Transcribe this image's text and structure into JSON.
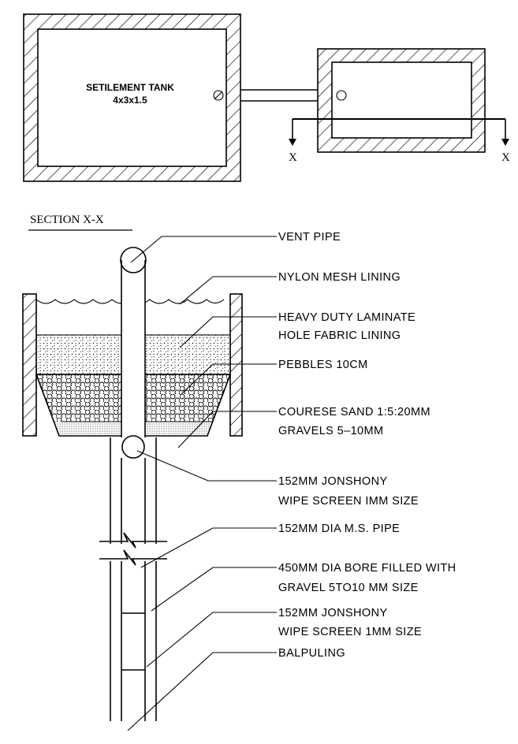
{
  "plan": {
    "tank_label_line1": "SETILEMENT TANK",
    "tank_label_line2": "4x3x1.5",
    "section_mark_left": "X",
    "section_mark_right": "X"
  },
  "section": {
    "title": "SECTION X-X",
    "labels": {
      "vent_pipe": "VENT PIPE",
      "nylon_mesh": "NYLON MESH LINING",
      "laminate_1": "HEAVY DUTY LAMINATE",
      "laminate_2": "HOLE FABRIC LINING",
      "pebbles": "PEBBLES 10CM",
      "sand_1": "COURESE SAND 1:5:20MM",
      "sand_2": "GRAVELS 5–10MM",
      "screen_top_1": "152MM JONSHONY",
      "screen_top_2": "WIPE SCREEN IMM SIZE",
      "ms_pipe": "152MM DIA M.S. PIPE",
      "bore_1": "450MM DIA BORE FILLED WITH",
      "bore_2": "GRAVEL 5TO10 MM SIZE",
      "screen_bot_1": "152MM JONSHONY",
      "screen_bot_2": "WIPE SCREEN 1MM SIZE",
      "balpuling": "BALPULING"
    }
  },
  "colors": {
    "line": "#000000",
    "background": "#ffffff"
  }
}
